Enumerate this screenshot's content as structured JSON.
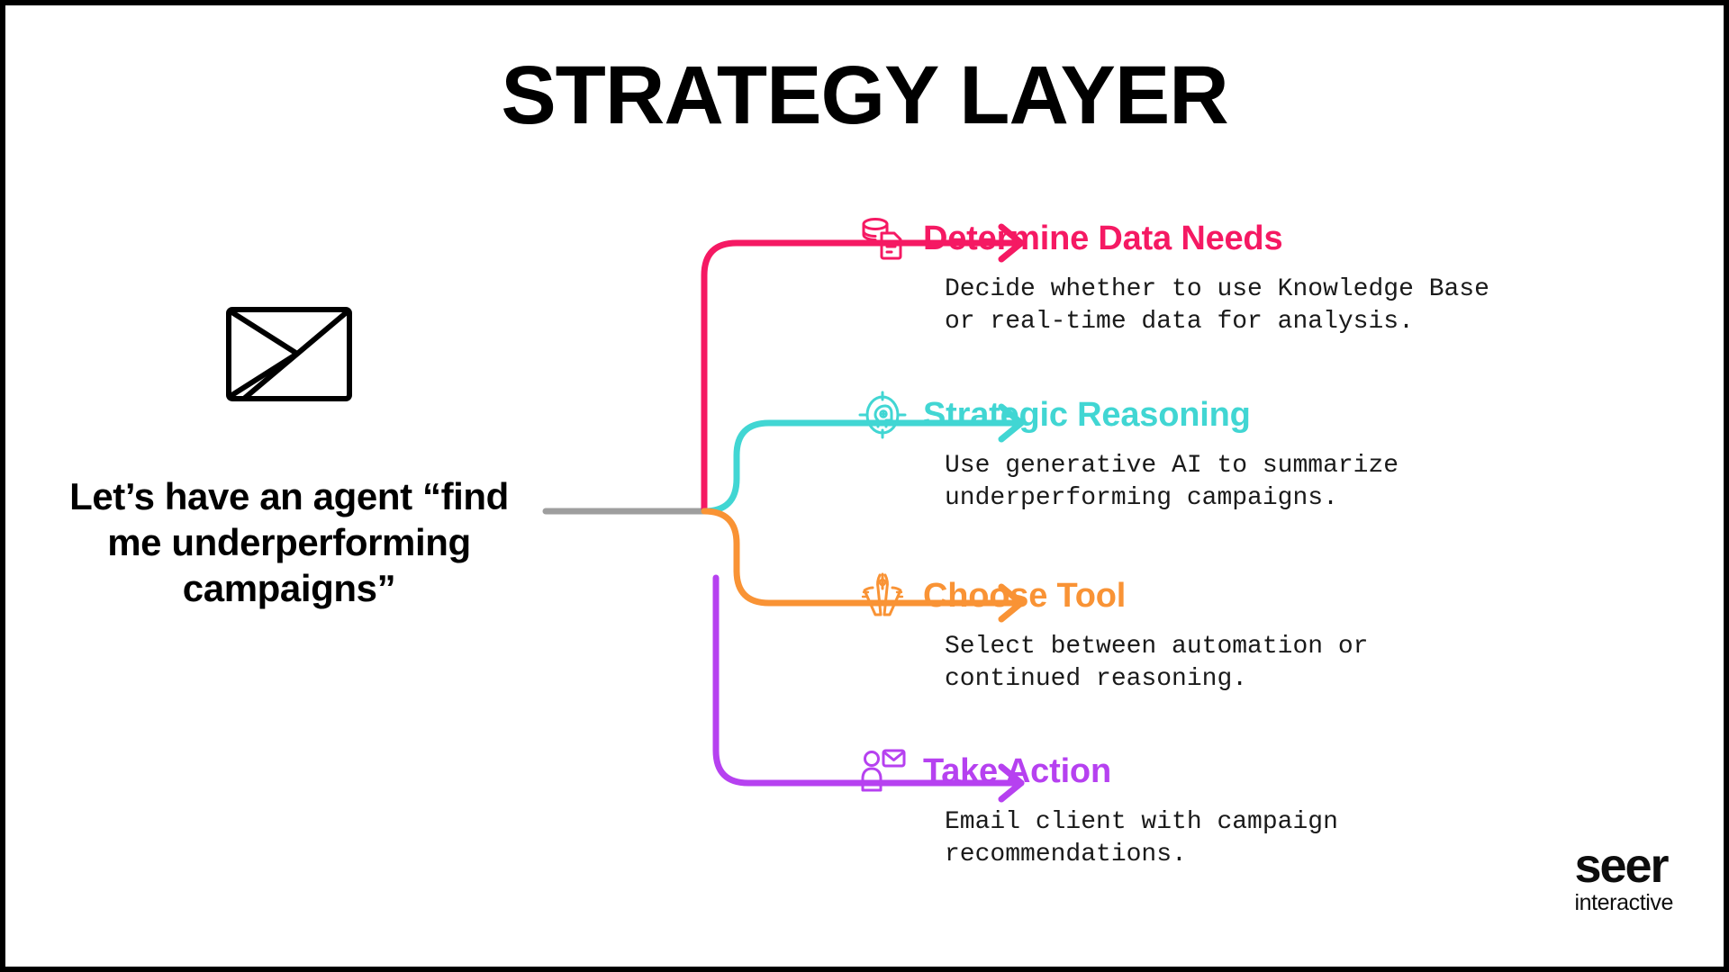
{
  "slide": {
    "title": "STRATEGY LAYER",
    "background_color": "#ffffff",
    "border_color": "#000000"
  },
  "prompt": {
    "icon": "envelope-icon",
    "text": "Let’s have an agent “find me underperforming campaigns”"
  },
  "connector": {
    "trunk_color": "#9e9e9e"
  },
  "steps": [
    {
      "id": "determine-data-needs",
      "title": "Determine Data Needs",
      "description": "Decide whether to use Knowledge Base\nor real-time data for analysis.",
      "color": "#F51963",
      "icon": "database-document-icon"
    },
    {
      "id": "strategic-reasoning",
      "title": "Strategic Reasoning",
      "description": "Use generative AI to summarize\nunderperforming campaigns.",
      "color": "#41D6D3",
      "icon": "target-head-icon"
    },
    {
      "id": "choose-tool",
      "title": "Choose Tool",
      "description": "Select between automation or\ncontinued reasoning.",
      "color": "#F99335",
      "icon": "pliers-tool-icon"
    },
    {
      "id": "take-action",
      "title": "Take Action",
      "description": "Email client with campaign\nrecommendations.",
      "color": "#B641F0",
      "icon": "person-email-icon"
    }
  ],
  "logo": {
    "word": "seer",
    "sub": "interactive"
  }
}
